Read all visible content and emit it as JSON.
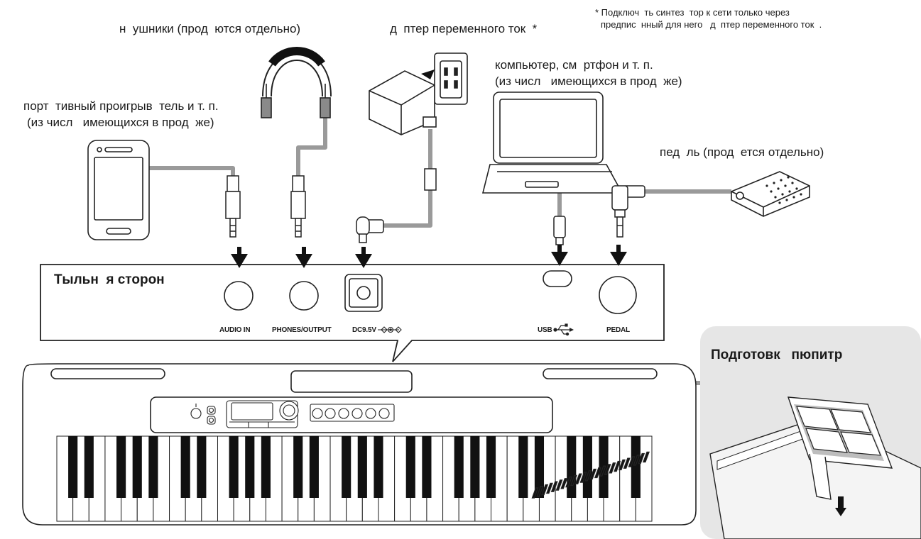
{
  "labels": {
    "headphones": "н  ушники (прод  ются отдельно)",
    "adapter": "д  птер переменного ток  *",
    "footnote_line1": "* Подключ  ть синтез  тор к сети только через",
    "footnote_line2": "предпис  нный для него   д  птер переменного ток  .",
    "computer_line1": "компьютер, см  ртфон и т. п.",
    "computer_line2": "(из числ   имеющихся в прод  же)",
    "player_line1": "порт  тивный проигрыв  тель и т. п.",
    "player_line2": "(из числ   имеющихся в прод  же)",
    "pedal": "пед  ль (прод  ется отдельно)"
  },
  "panel": {
    "title": "Тыльн  я сторон",
    "ports": {
      "audio_in": "AUDIO IN",
      "phones": "PHONES/OUTPUT",
      "dc": "DC9.5V",
      "usb": "USB",
      "pedal": "PEDAL"
    }
  },
  "inset": {
    "title": "Подготовк   пюпитр"
  },
  "icons": [
    "down-arrow-icon",
    "dc-polarity-icon",
    "usb-symbol-icon"
  ]
}
